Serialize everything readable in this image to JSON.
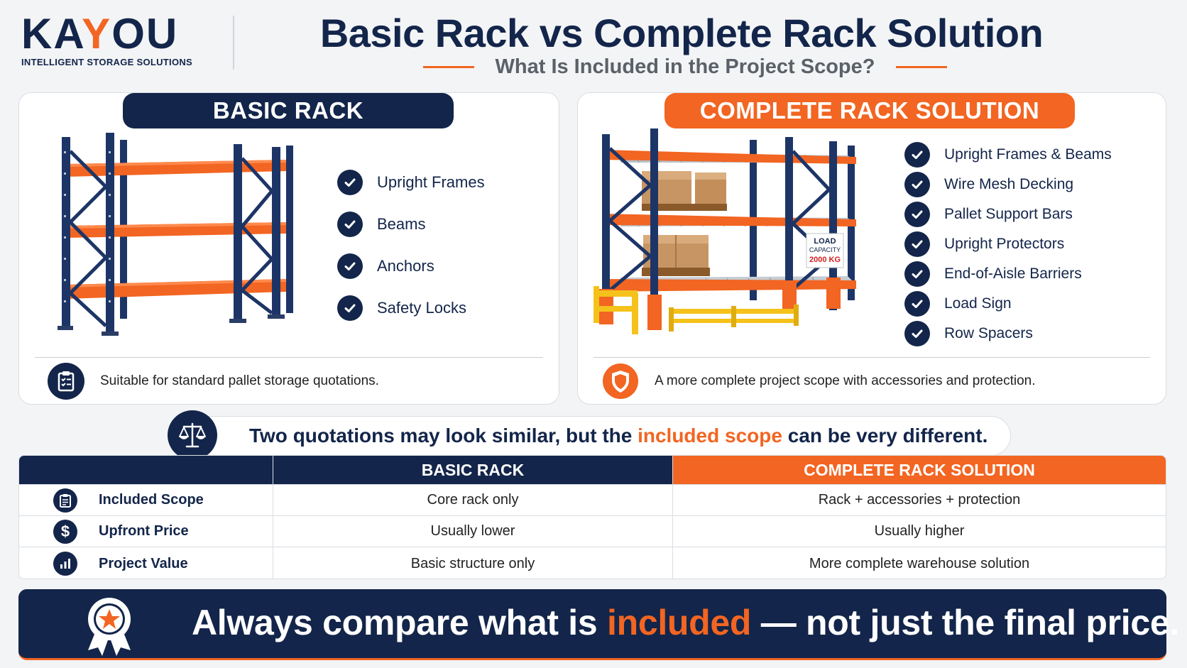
{
  "brand": {
    "name_part1": "KA",
    "name_y": "Y",
    "name_part2": "OU",
    "tagline": "INTELLIGENT STORAGE SOLUTIONS"
  },
  "header": {
    "title": "Basic Rack vs Complete Rack Solution",
    "subtitle": "What Is Included in the Project Scope?"
  },
  "basic_panel": {
    "heading": "BASIC RACK",
    "items": [
      "Upright Frames",
      "Beams",
      "Anchors",
      "Safety Locks"
    ],
    "note": "Suitable for standard pallet storage quotations."
  },
  "complete_panel": {
    "heading": "COMPLETE RACK SOLUTION",
    "items": [
      "Upright Frames & Beams",
      "Wire Mesh Decking",
      "Pallet Support Bars",
      "Upright Protectors",
      "End-of-Aisle Barriers",
      "Load Sign",
      "Row Spacers"
    ],
    "note": "A more complete project scope with accessories and protection.",
    "load_sign": {
      "line1": "LOAD",
      "line2": "CAPACITY",
      "line3": "2000 KG"
    }
  },
  "callout": {
    "text_before": "Two quotations may look similar, but the ",
    "highlight": "included scope",
    "text_after": " can be very different."
  },
  "comparison_table": {
    "headers": [
      "",
      "BASIC RACK",
      "COMPLETE RACK SOLUTION"
    ],
    "rows": [
      {
        "label": "Included Scope",
        "icon": "clipboard-icon",
        "basic": "Core rack only",
        "complete": "Rack + accessories + protection"
      },
      {
        "label": "Upfront Price",
        "icon": "dollar-icon",
        "icon_glyph": "$",
        "basic": "Usually lower",
        "complete": "Usually higher"
      },
      {
        "label": "Project Value",
        "icon": "bar-chart-icon",
        "basic": "Basic structure only",
        "complete": "More complete warehouse solution"
      }
    ]
  },
  "banner": {
    "text_before": "Always compare what is ",
    "highlight": "included",
    "text_after": " — not just the final price."
  },
  "colors": {
    "navy": "#13254a",
    "orange": "#f26522",
    "yellow": "#f5c21b",
    "grey_text": "#5b6168"
  }
}
